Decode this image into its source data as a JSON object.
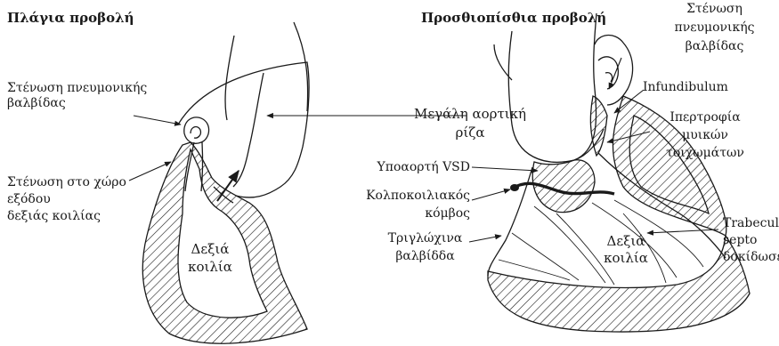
{
  "left_panel": {
    "title": "Πλάγια προβολή",
    "labels": {
      "pulmonary_stenosis": [
        "Στένωση πνευμονικής",
        "βαλβίδας"
      ],
      "outflow_stenosis": [
        "Στένωση στο χώρο",
        "εξόδου",
        "δεξιάς κοιλίας"
      ],
      "right_ventricle": [
        "Δεξιά",
        "κοιλία"
      ]
    }
  },
  "right_panel": {
    "title": "Προσθιοπίσθια προβολή",
    "labels": {
      "pulmonary_stenosis": [
        "Στένωση",
        "πνευμονικής",
        "βαλβίδας"
      ],
      "infundibulum": "Infundibulum",
      "hypertrophy": [
        "Ιπερτροφία",
        "μυικών",
        "τοιχωμάτων"
      ],
      "large_aortic_root": [
        "Μεγάλη αορτική",
        "ρίζα"
      ],
      "subaortic_vsd": "Υποαορτή VSD",
      "av_node": [
        "Κολποκοιλιακός",
        "κόμβος"
      ],
      "tricuspid": [
        "Τριγλώχινα",
        "βαλβίδδα"
      ],
      "right_ventricle": [
        "Δεξιά",
        "κοιλία"
      ],
      "trabecula": [
        "Trabecula",
        "septo",
        "δοκίδωσεις"
      ]
    }
  },
  "colors": {
    "ink": "#1a1a1a",
    "background": "#ffffff"
  }
}
